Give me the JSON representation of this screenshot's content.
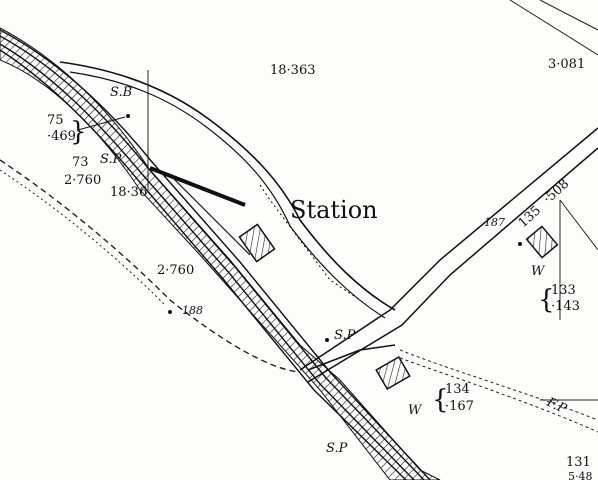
{
  "map": {
    "station_label": "Station",
    "parcels": {
      "top_center_area": "18·363",
      "top_right_area": "3·081",
      "p75_number": "75",
      "p75_area": "·469",
      "p73_number": "73",
      "p73_area": "2·760",
      "track_area": "18·36",
      "left_area": "2·760",
      "p133_number": "133",
      "p133_area": "·143",
      "p134_number": "134",
      "p134_area": "·167",
      "p131_number": "131",
      "p131_area": "5·48"
    },
    "road_numbers": {
      "road_135_number": "135",
      "road_135_area": "·508",
      "bench_187": "187",
      "bench_188": "188"
    },
    "abbreviations": {
      "signal_box": "S.B",
      "signal_post_a": "S.P",
      "signal_post_b": "S.P",
      "signal_post_c": "S.P",
      "well_a": "W",
      "well_b": "W",
      "footpath": "F.P"
    }
  }
}
